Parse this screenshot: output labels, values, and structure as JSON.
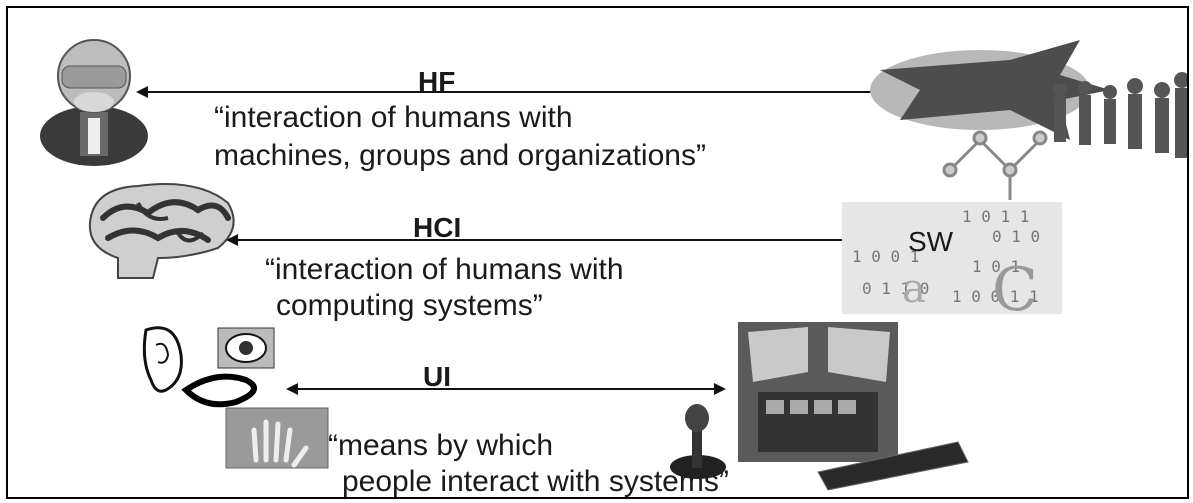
{
  "rows": [
    {
      "label": "HF",
      "desc_line1": "“interaction of humans with",
      "desc_line2": "machines, groups and organizations”",
      "left_icon": "pilot-avatar-icon",
      "right_icon": "jet-and-people-icon"
    },
    {
      "label": "HCI",
      "desc_line1": "“interaction of humans with",
      "desc_line2": "computing systems”",
      "left_icon": "brain-icon",
      "right_icon": "software-code-icon",
      "right_text": "SW"
    },
    {
      "label": "UI",
      "desc_line1": "“means by which",
      "desc_line2": "people interact with systems”",
      "left_icon": "senses-icon",
      "right_icon": "cockpit-icon"
    }
  ],
  "colors": {
    "line": "#111111",
    "text": "#1a1a1a",
    "gray_dark": "#555555",
    "gray_mid": "#8a8a8a",
    "gray_light": "#cfcfcf"
  }
}
